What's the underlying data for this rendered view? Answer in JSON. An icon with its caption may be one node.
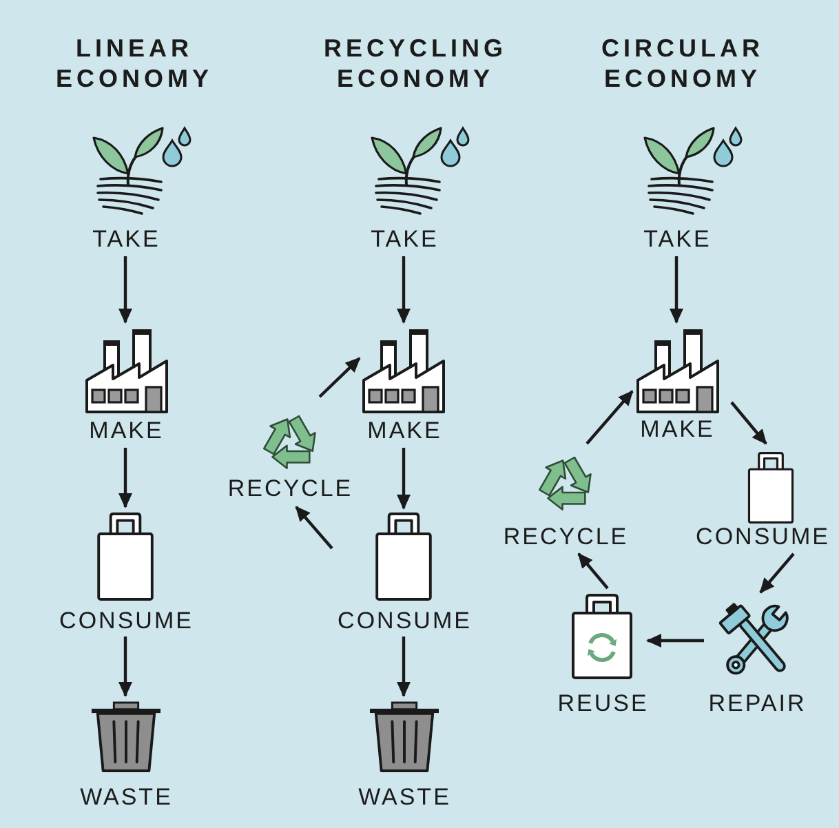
{
  "diagram": {
    "nodes": [
      {
        "text": [
          "TAKE"
        ]
      },
      {
        "text": [
          "MAKE"
        ]
      },
      {
        "text": [
          "CONSUME"
        ]
      },
      {
        "text": [
          "WASTE"
        ]
      },
      {
        "text": [
          "TAKE"
        ]
      },
      {
        "text": [
          "MAKE"
        ]
      },
      {
        "text": [
          "RECYCLE"
        ]
      },
      {
        "text": [
          "CONSUME"
        ]
      },
      {
        "text": [
          "WASTE"
        ]
      },
      {
        "text": [
          "TAKE"
        ]
      },
      {
        "text": [
          "MAKE"
        ]
      },
      {
        "text": [
          "RECYCLE"
        ]
      },
      {
        "text": [
          "CONSUME"
        ]
      },
      {
        "text": [
          "REUSE"
        ]
      },
      {
        "text": [
          "REPAIR"
        ]
      }
    ],
    "edges": [
      {
        "from": 0,
        "to": 1,
        "arrow": "to"
      },
      {
        "from": 1,
        "to": 2,
        "arrow": "to"
      },
      {
        "from": 2,
        "to": 3,
        "arrow": "to"
      },
      {
        "from": 4,
        "to": 5,
        "arrow": "to"
      },
      {
        "from": 5,
        "to": 7,
        "arrow": "to"
      },
      {
        "from": 7,
        "to": 8,
        "arrow": "to"
      },
      {
        "from": 7,
        "to": 6,
        "arrow": "to"
      },
      {
        "from": 6,
        "to": 5,
        "arrow": "to"
      },
      {
        "from": 9,
        "to": 10,
        "arrow": "to"
      },
      {
        "from": 10,
        "to": 12,
        "arrow": "to"
      },
      {
        "from": 12,
        "to": 14,
        "arrow": "to"
      },
      {
        "from": 14,
        "to": 13,
        "arrow": "to"
      },
      {
        "from": 13,
        "to": 11,
        "arrow": "to"
      },
      {
        "from": 11,
        "to": 10,
        "arrow": "to"
      }
    ],
    "labels": [
      "LINEAR ECONOMY",
      "RECYCLING ECONOMY",
      "CIRCULAR ECONOMY"
    ]
  }
}
